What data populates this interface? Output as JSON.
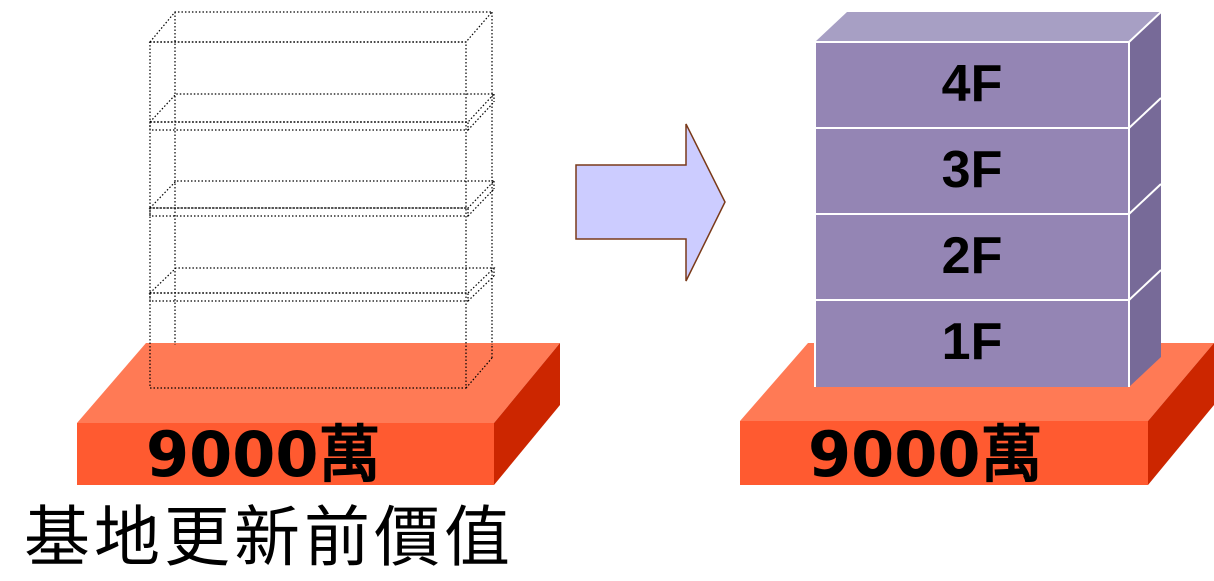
{
  "colors": {
    "base_front": "#ff5a30",
    "base_top": "#ff7a55",
    "base_side": "#cc2600",
    "floor_front": "#9485b4",
    "floor_top": "#a79fc4",
    "floor_side": "#776a98",
    "arrow_fill": "#ccccff",
    "arrow_stroke": "#7a3a1a",
    "outline": "#000000"
  },
  "before": {
    "base_label": "9000萬",
    "caption": "基地更新前價值"
  },
  "after": {
    "base_label": "9000萬",
    "floors": [
      "1F",
      "2F",
      "3F",
      "4F"
    ]
  },
  "arrow": {
    "icon": "right-arrow-icon"
  }
}
